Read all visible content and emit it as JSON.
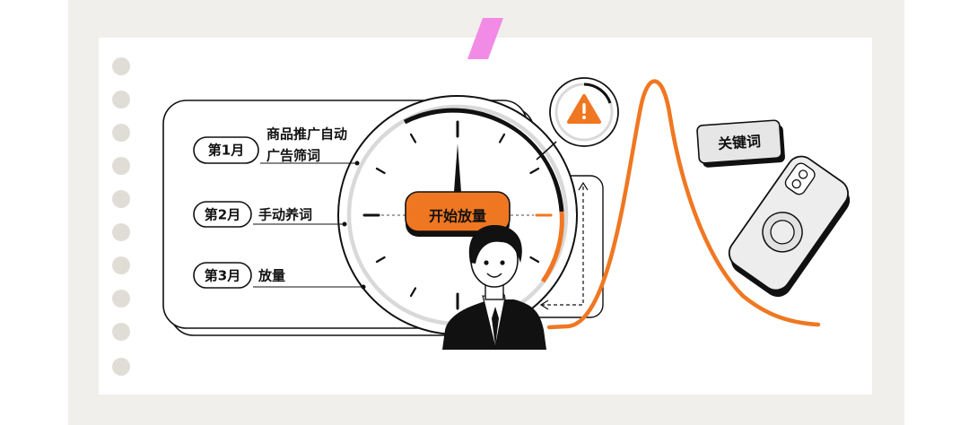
{
  "colors": {
    "background": "#f1efeb",
    "card": "#ffffff",
    "accent_orange": "#f07722",
    "tape_pink": "#f28be6",
    "ink": "#111111",
    "grey_ring": "#d9d9d9",
    "hole": "#e0ddd6"
  },
  "steps": [
    {
      "badge": "第1月",
      "text_line1": "商品推广自动",
      "text_line2": "广告筛词"
    },
    {
      "badge": "第2月",
      "text_line1": "手动养词",
      "text_line2": ""
    },
    {
      "badge": "第3月",
      "text_line1": "放量",
      "text_line2": ""
    }
  ],
  "center_button": {
    "label": "开始放量"
  },
  "keyword_tag": {
    "label": "关键词"
  },
  "icons": {
    "warning": "warning-triangle-icon",
    "phone": "phone-icon",
    "person": "businessman-avatar-icon"
  }
}
